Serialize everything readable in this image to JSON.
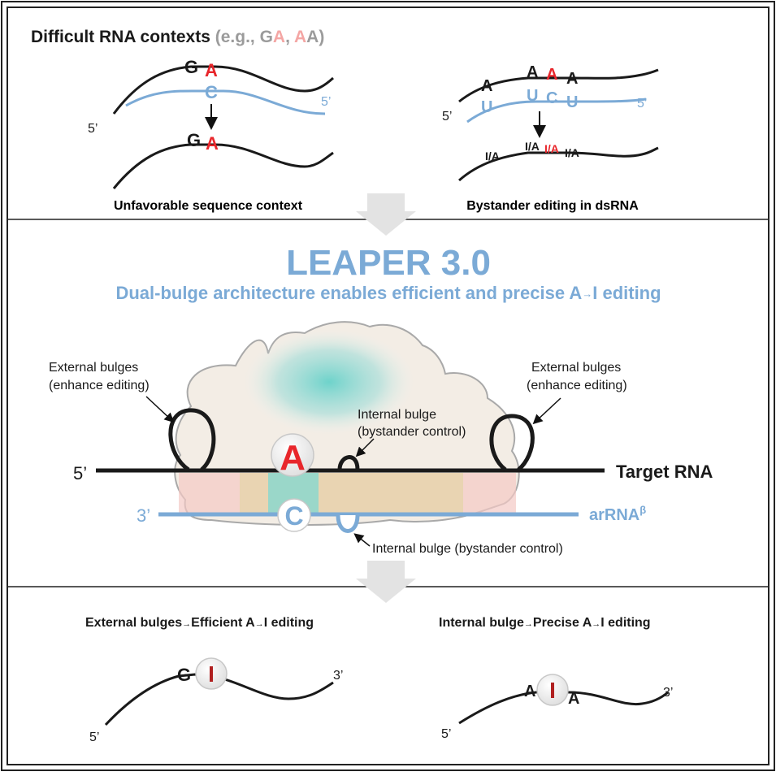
{
  "top": {
    "title_main": "Difficult RNA contexts ",
    "title_open": "(e.g., ",
    "title_g": "G",
    "title_a1": "A",
    "title_sep": ", ",
    "title_a2": "A",
    "title_a3": "A",
    "title_close": ")",
    "left": {
      "g": "G",
      "a": "A",
      "c": "C",
      "five_prime_black": "5’",
      "five_prime_blue": "5’",
      "g2": "G",
      "a2": "A",
      "caption": "Unfavorable sequence context"
    },
    "right": {
      "top_letters": [
        "A",
        "A",
        "A",
        "A"
      ],
      "bottom_letters": [
        "U",
        "U",
        "C",
        "U"
      ],
      "five_prime_black": "5’",
      "five_prime_blue": "5’",
      "edited": [
        "I/A",
        "I/A",
        "I/A",
        "I/A"
      ],
      "caption": "Bystander editing in dsRNA"
    }
  },
  "middle": {
    "title": "LEAPER 3.0",
    "subtitle_pre": "Dual-bulge architecture enables efficient and precise A",
    "subtitle_arrow": "→",
    "subtitle_post": "I editing",
    "ext_left_1": "External bulges",
    "ext_left_2": "(enhance editing)",
    "ext_right_1": "External bulges",
    "ext_right_2": "(enhance editing)",
    "int_top_1": "Internal bulge",
    "int_top_2": "(bystander control)",
    "int_bottom": "Internal bulge (bystander control)",
    "target_five": "5’",
    "target_label": "Target RNA",
    "guide_three": "3’",
    "guide_label": "arRNA",
    "guide_sup": "β",
    "center_a": "A",
    "center_c": "C"
  },
  "bottom": {
    "left_caption_pre": "External bulges",
    "left_caption_mid": "Efficient A",
    "left_caption_post": "I editing",
    "right_caption_pre": "Internal bulge",
    "right_caption_mid": "Precise A",
    "right_caption_post": "I editing",
    "arrow": "→",
    "left": {
      "g": "G",
      "i": "I",
      "three": "3’",
      "five": "5’"
    },
    "right": {
      "a1": "A",
      "i": "I",
      "a2": "A",
      "three": "3’",
      "five": "5’"
    }
  },
  "colors": {
    "blue": "#7baad6",
    "red": "#e8262b",
    "pink": "#f4a6a4",
    "gray": "#9b9b9b",
    "dark_red": "#b02020"
  }
}
